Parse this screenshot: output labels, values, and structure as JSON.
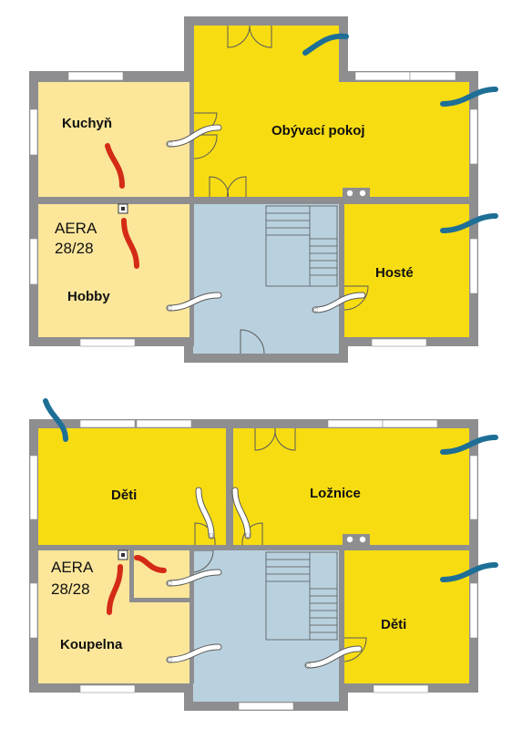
{
  "colors": {
    "wall": "#8e8e90",
    "living": "#f7dc12",
    "kitchen": "#fbe69a",
    "hall": "#b9d1df",
    "fresh_air_arrow": "#1e6f96",
    "exhaust_arrow": "#d42b16",
    "internal_arrow": "#ffffff"
  },
  "ground_floor": {
    "rooms": {
      "kitchen": "Kuchyň",
      "living_room": "Obývací pokoj",
      "guests": "Hosté",
      "hobby": "Hobby"
    },
    "unit": {
      "line1": "AERA",
      "line2": "28/28"
    }
  },
  "upper_floor": {
    "rooms": {
      "kids_left": "Děti",
      "bedroom": "Ložnice",
      "kids_right": "Děti",
      "bathroom": "Koupelna"
    },
    "unit": {
      "line1": "AERA",
      "line2": "28/28"
    }
  }
}
